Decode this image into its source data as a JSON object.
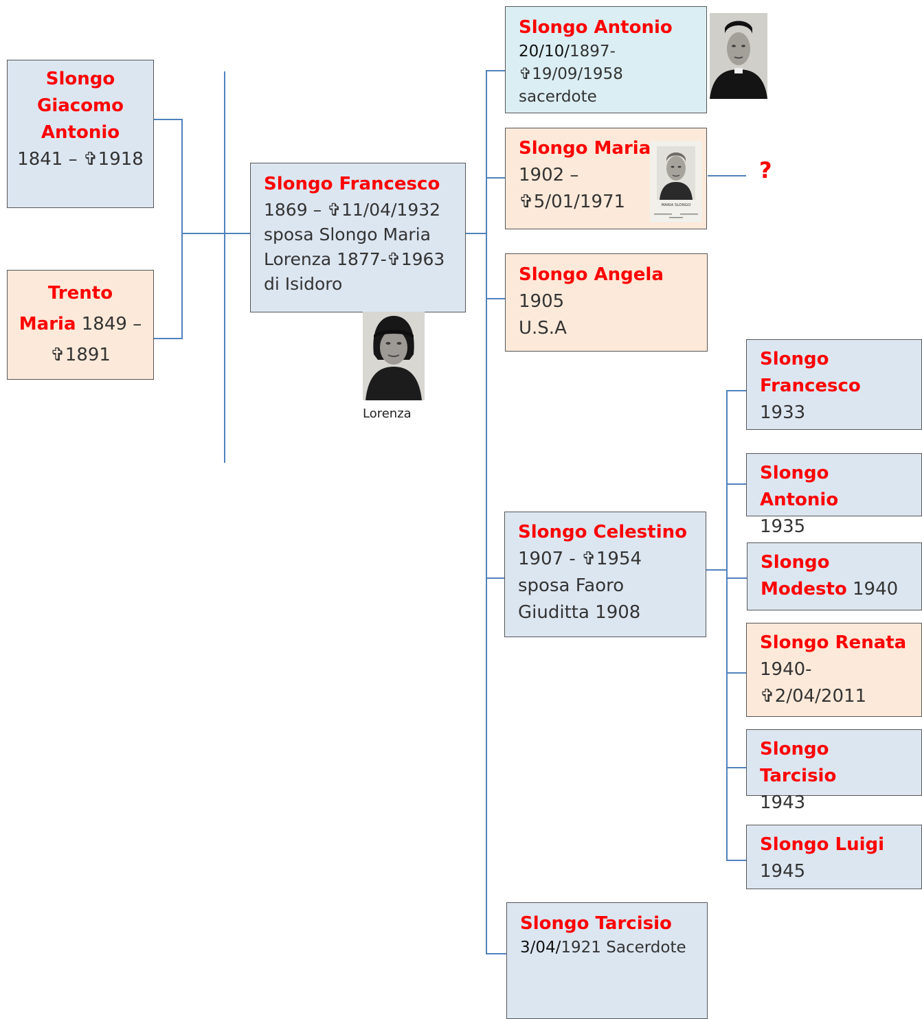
{
  "parents": {
    "father": {
      "name": "Slongo Giacomo Antonio",
      "dates": "1841 – ✞1918"
    },
    "mother": {
      "name_line1": "Trento",
      "name_line2": "Maria",
      "dates_inline": "1849 –",
      "dates_line": "✞1891"
    }
  },
  "main": {
    "name": "Slongo Francesco",
    "line1": "1869 – ✞11/04/1932",
    "line2": "sposa Slongo Maria",
    "line3": "Lorenza 1877-✞1963",
    "line4": "di Isidoro",
    "photo_caption": "Lorenza"
  },
  "children": {
    "antonio": {
      "name": "Slongo Antonio",
      "date_dark": "20/10/",
      "date_rest": "1897-",
      "death": "✞19/09/1958",
      "role": "sacerdote"
    },
    "maria": {
      "name": "Slongo Maria",
      "line1": "1902 –",
      "line2": "✞5/01/1971",
      "photo_text": "MARIA SLONGO",
      "unknown": "?"
    },
    "angela": {
      "name": "Slongo Angela",
      "line1": "1905",
      "line2": "U.S.A"
    },
    "celestino": {
      "name": "Slongo Celestino",
      "line1": "1907 - ✞1954",
      "line2": "sposa Faoro",
      "line3": "Giuditta 1908"
    },
    "tarcisio": {
      "name": "Slongo Tarcisio",
      "date_dark": "3/04/",
      "date_rest": "1921 Sacerdote"
    }
  },
  "grandchildren": {
    "francesco": {
      "name": "Slongo Francesco",
      "year": "1933"
    },
    "antonio": {
      "name": "Slongo Antonio",
      "year": "1935"
    },
    "modesto": {
      "name_line1": "Slongo",
      "name_line2": "Modesto",
      "year": "1940"
    },
    "renata": {
      "name": "Slongo Renata",
      "line1": "1940-",
      "line2": "✞2/04/2011"
    },
    "tarcisio": {
      "name": "Slongo Tarcisio",
      "year": "1943"
    },
    "luigi": {
      "name": "Slongo Luigi",
      "year": "1945"
    }
  },
  "colors": {
    "male_box": "#dce6f1",
    "female_box": "#fde9d9",
    "priest_box": "#dbeef3",
    "name_text": "#ff0000",
    "connector": "#4f81bd"
  }
}
